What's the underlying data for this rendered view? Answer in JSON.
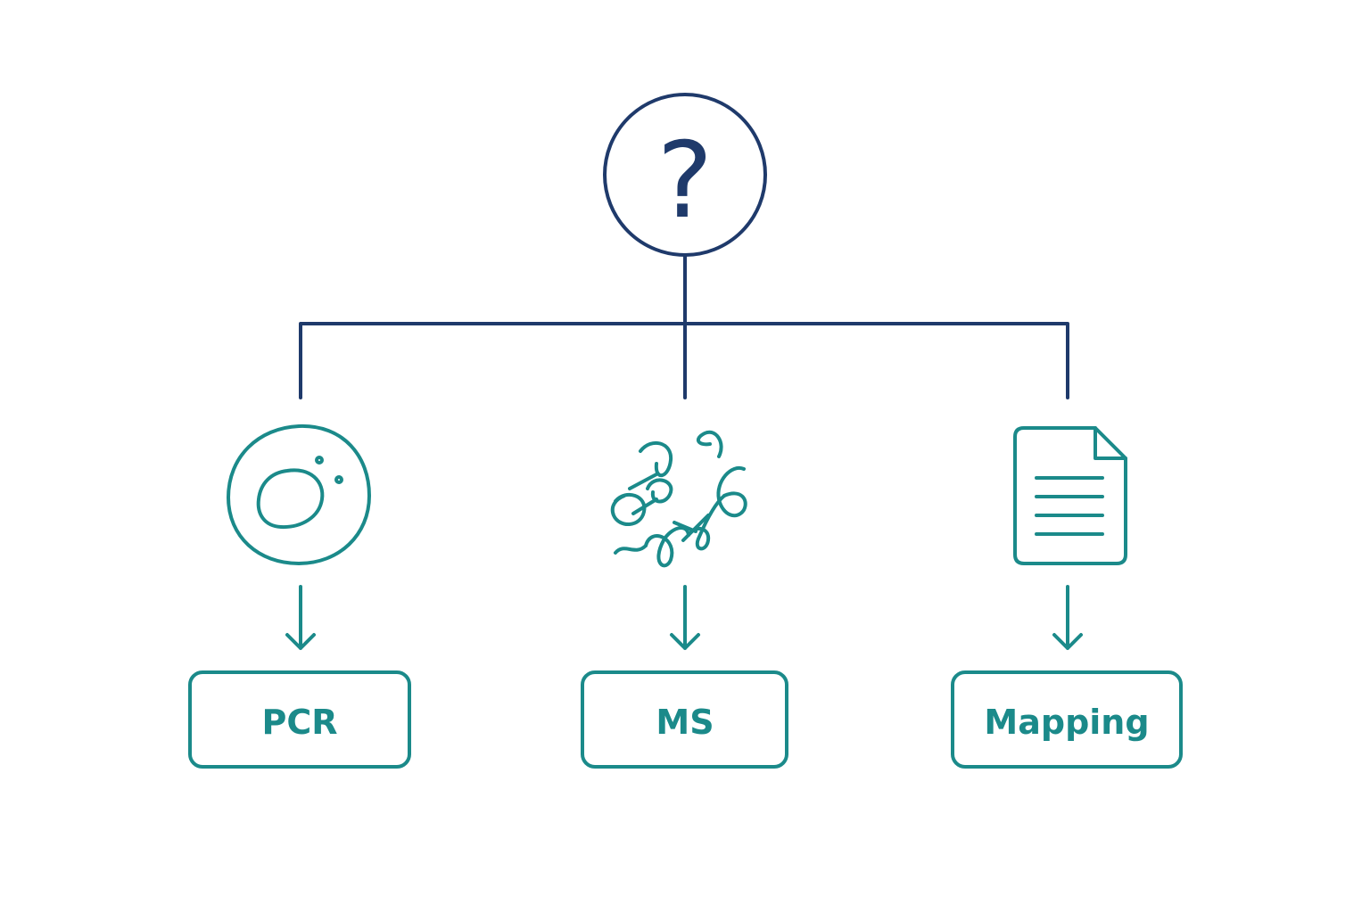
{
  "root": {
    "icon": "question-mark-icon",
    "symbol": "?"
  },
  "branches": [
    {
      "icon": "cell-icon",
      "label": "PCR"
    },
    {
      "icon": "protein-structure-icon",
      "label": "MS"
    },
    {
      "icon": "document-icon",
      "label": "Mapping"
    }
  ],
  "colors": {
    "navy": "#1f3a6b",
    "teal": "#1b8a8a",
    "background": "#ffffff"
  }
}
